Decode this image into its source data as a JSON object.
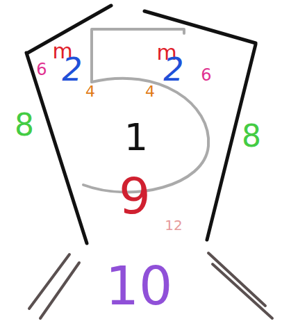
{
  "diagram": {
    "labels": [
      "m",
      "m",
      "6",
      "2",
      "2",
      "6",
      "4",
      "4",
      "8",
      "1",
      "8",
      "9",
      "12",
      "10"
    ]
  }
}
